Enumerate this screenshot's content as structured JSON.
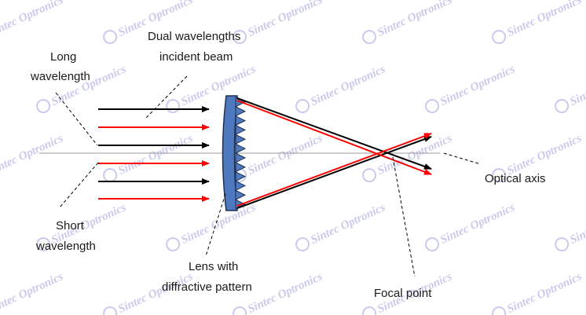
{
  "watermark": {
    "text": "Sintec Optronics",
    "color": "#c9cbec"
  },
  "labels": {
    "dual_line1": "Dual wavelengths",
    "dual_line2": "incident beam",
    "long_line1": "Long",
    "long_line2": "wavelength",
    "short_line1": "Short",
    "short_line2": "wavelength",
    "lens_line1": "Lens with",
    "lens_line2": "diffractive pattern",
    "focal_point": "Focal point",
    "optical_axis": "Optical axis"
  },
  "colors": {
    "long_beam": "#000000",
    "short_beam": "#ff0000",
    "lens_fill": "#4f79be",
    "lens_stroke": "#1f2f4f",
    "axis": "#9a9a9a"
  }
}
